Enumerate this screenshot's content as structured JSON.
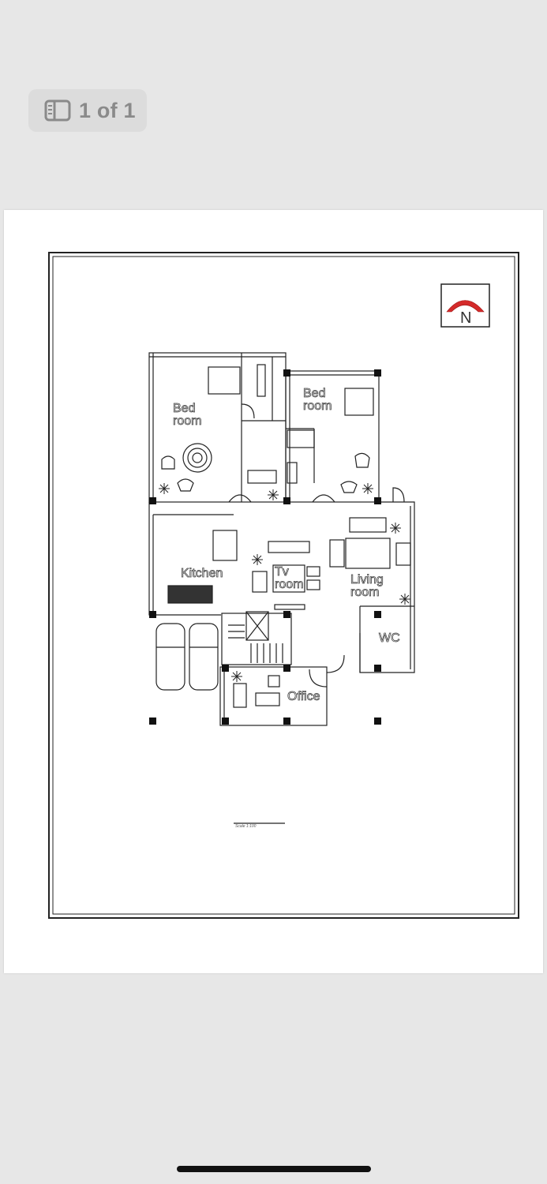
{
  "viewer": {
    "page_indicator": "1 of 1",
    "page_indicator_icon": "sidebar-icon"
  },
  "drawing": {
    "north_label": "N",
    "rooms": {
      "bedroom_left": "Bed\nroom",
      "bedroom_right": "Bed\nroom",
      "kitchen": "Kitchen",
      "tv_room": "Tv\nroom",
      "living_room": "Living\nroom",
      "wc": "WC",
      "office": "Office"
    },
    "scale_text": "Scale 1:100"
  },
  "colors": {
    "background": "#e7e7e7",
    "page": "#ffffff",
    "north_arrow": "#d42a2a",
    "line": "#222222"
  }
}
